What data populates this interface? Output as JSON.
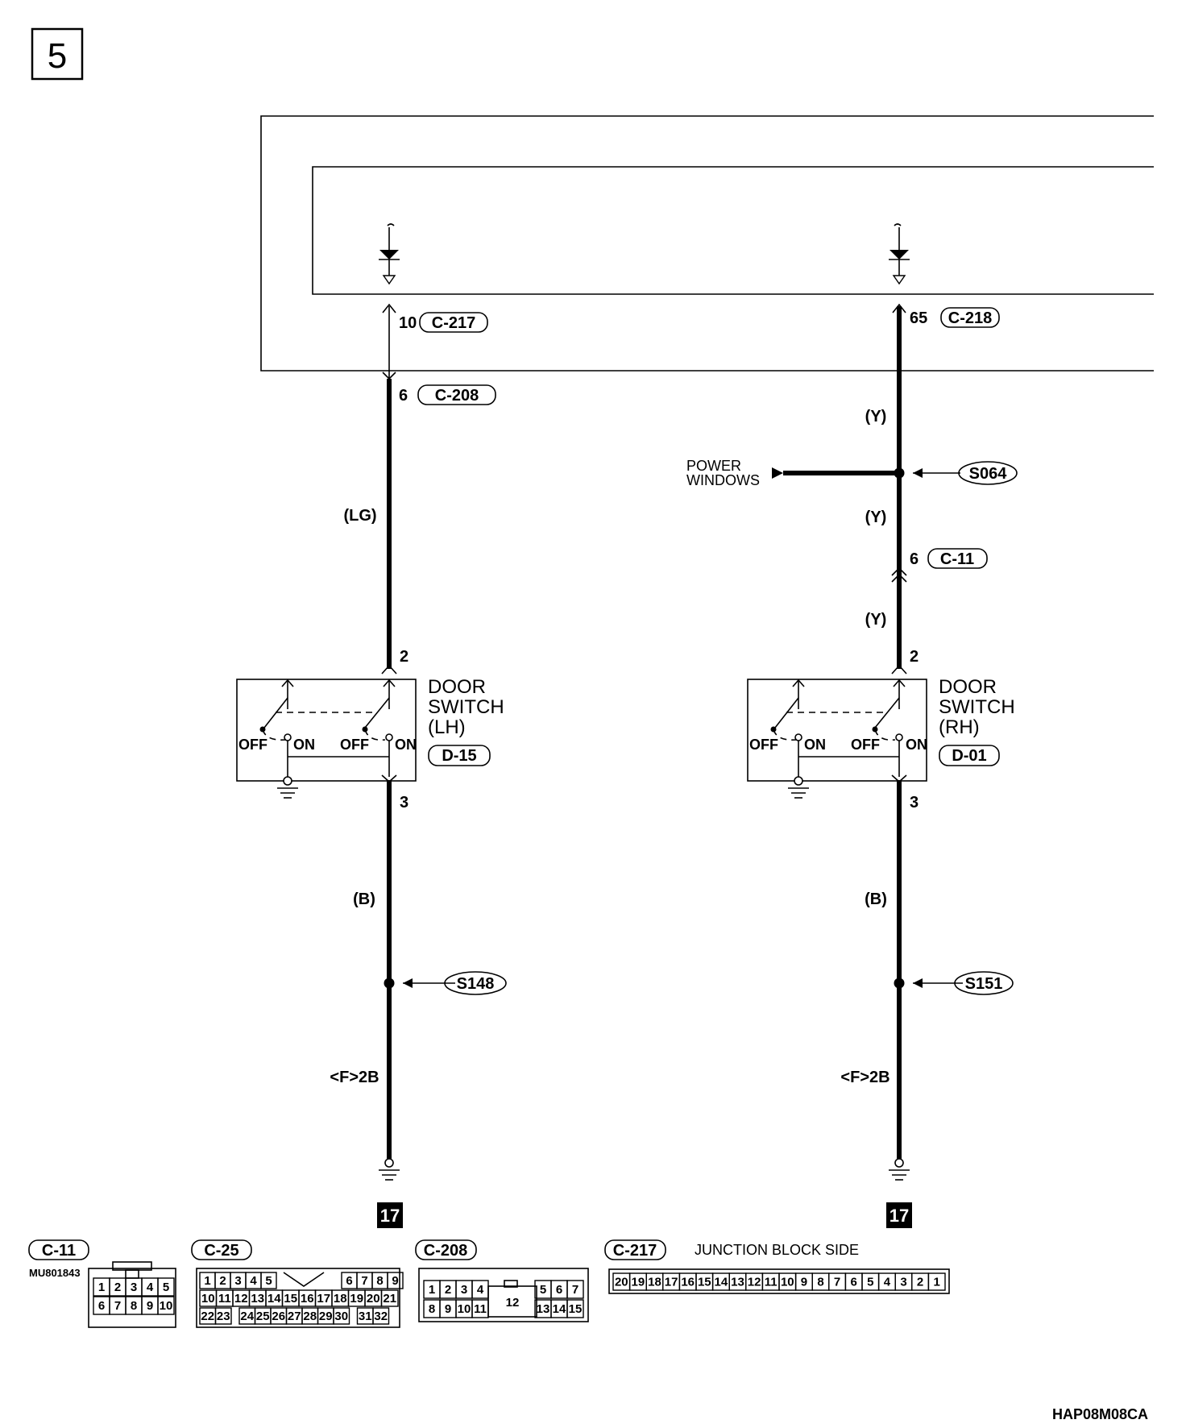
{
  "page_number": "5",
  "footer_code": "HAP08M08CA",
  "ground_ref": "17",
  "left_circuit": {
    "top_connector": {
      "pin": "10",
      "id": "C-217"
    },
    "harness_connector": {
      "pin": "6",
      "id": "C-208"
    },
    "wire_color_upper": "(LG)",
    "switch_pin_in": "2",
    "switch_pin_out": "3",
    "switch_name_lines": [
      "DOOR",
      "SWITCH",
      "(LH)"
    ],
    "switch_connector": "D-15",
    "wire_color_lower": "(B)",
    "splice": "S148",
    "ground_label": "<F>2B"
  },
  "right_circuit": {
    "top_connector": {
      "pin": "65",
      "id": "C-218"
    },
    "wire_color_1": "(Y)",
    "wire_color_2": "(Y)",
    "wire_color_3": "(Y)",
    "splice_top": "S064",
    "branch_label_lines": [
      "POWER",
      "WINDOWS"
    ],
    "mid_connector": {
      "pin": "6",
      "id": "C-11"
    },
    "switch_pin_in": "2",
    "switch_pin_out": "3",
    "switch_name_lines": [
      "DOOR",
      "SWITCH",
      "(RH)"
    ],
    "switch_connector": "D-01",
    "wire_color_lower": "(B)",
    "splice": "S151",
    "ground_label": "<F>2B"
  },
  "switch_states": {
    "off": "OFF",
    "on": "ON"
  },
  "connector_views": {
    "c11": {
      "id": "C-11",
      "part_no": "MU801843",
      "rows": [
        [
          "1",
          "2",
          "3",
          "4",
          "5"
        ],
        [
          "6",
          "7",
          "8",
          "9",
          "10"
        ]
      ]
    },
    "c25": {
      "id": "C-25",
      "rows": [
        [
          "1",
          "2",
          "3",
          "4",
          "5",
          "",
          "6",
          "7",
          "8",
          "9"
        ],
        [
          "10",
          "11",
          "12",
          "13",
          "14",
          "15",
          "16",
          "17",
          "18",
          "19",
          "20",
          "21"
        ],
        [
          "22",
          "23",
          "",
          "24",
          "25",
          "26",
          "27",
          "28",
          "29",
          "30",
          "",
          "31",
          "32"
        ]
      ]
    },
    "c208": {
      "id": "C-208",
      "rows": [
        [
          "1",
          "2",
          "3",
          "4",
          "",
          "5",
          "6",
          "7"
        ],
        [
          "8",
          "9",
          "10",
          "11",
          "",
          "13",
          "14",
          "15"
        ]
      ],
      "center": "12"
    },
    "c217": {
      "id": "C-217",
      "caption": "JUNCTION BLOCK SIDE",
      "row": [
        "20",
        "19",
        "18",
        "17",
        "16",
        "15",
        "14",
        "13",
        "12",
        "11",
        "10",
        "9",
        "8",
        "7",
        "6",
        "5",
        "4",
        "3",
        "2",
        "1"
      ]
    }
  }
}
